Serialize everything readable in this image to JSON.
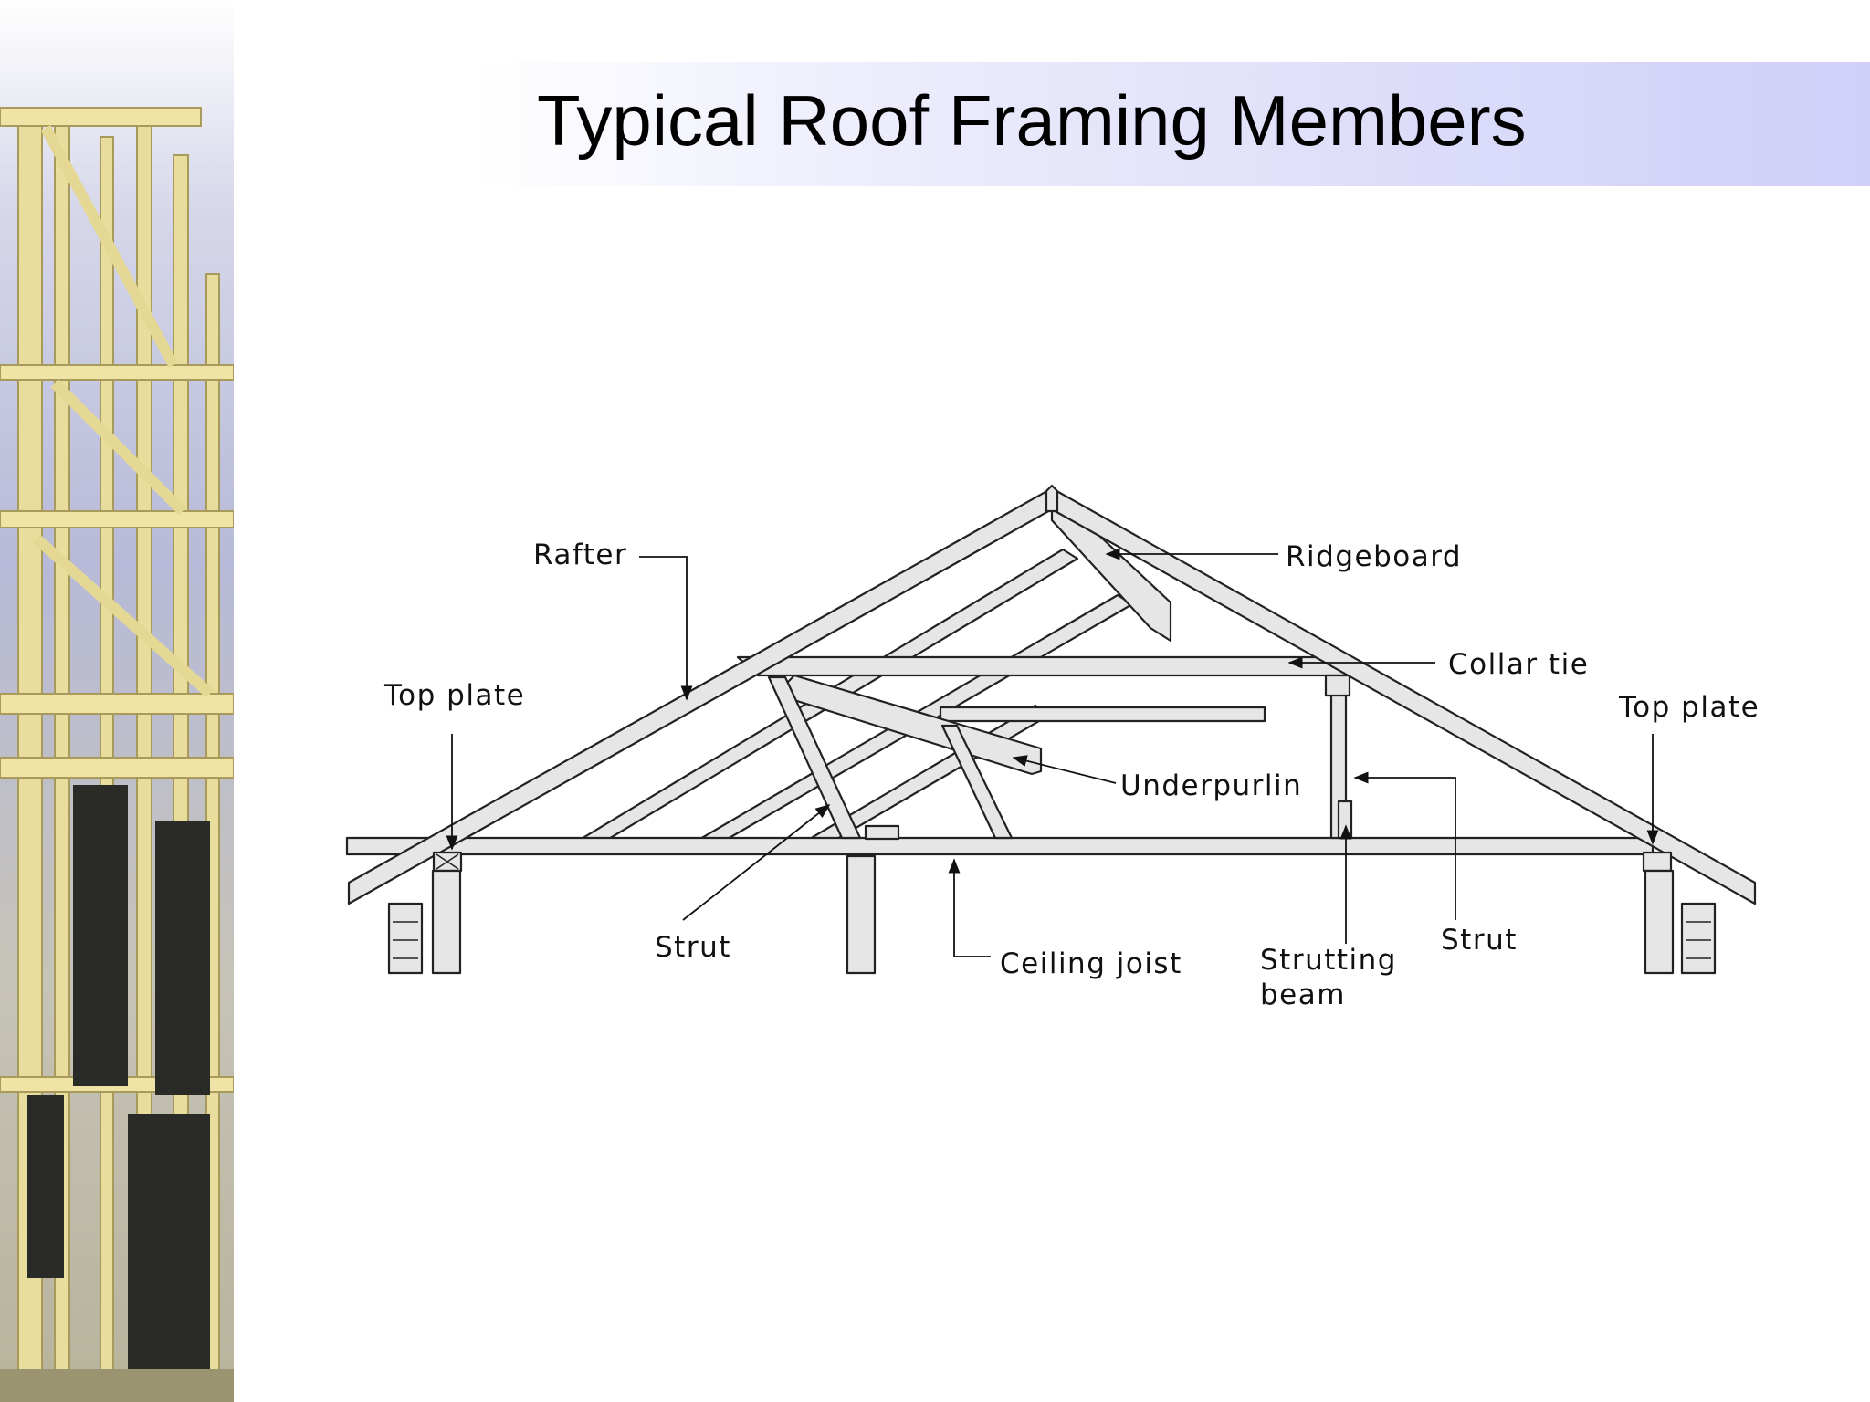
{
  "slide": {
    "title": "Typical Roof Framing Members"
  },
  "labels": {
    "rafter": "Rafter",
    "ridgeboard": "Ridgeboard",
    "collar_tie": "Collar tie",
    "top_plate_left": "Top plate",
    "top_plate_right": "Top plate",
    "underpurlin": "Underpurlin",
    "strut_left": "Strut",
    "strut_right": "Strut",
    "ceiling_joist": "Ceiling joist",
    "strutting_beam_line1": "Strutting",
    "strutting_beam_line2": "beam"
  },
  "colors": {
    "title_bar_accent": "#cfcff8",
    "framing_fill": "#e6e6e6",
    "photo_lumber": "#e8dc9c",
    "photo_sky": "#b9bcdc"
  }
}
